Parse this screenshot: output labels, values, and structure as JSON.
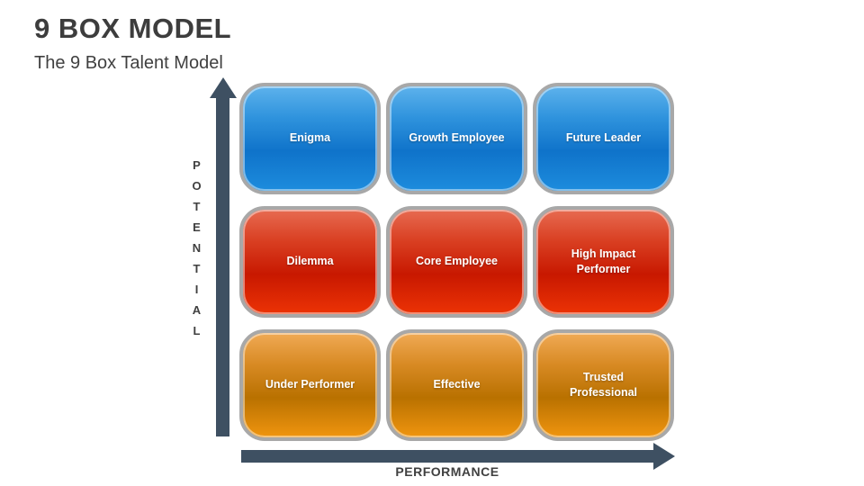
{
  "header": {
    "title": "9 BOX MODEL",
    "subtitle": "The 9 Box Talent Model"
  },
  "axes": {
    "y": {
      "label": "POTENTIAL"
    },
    "x": {
      "label": "PERFORMANCE"
    },
    "arrow_color": "#3e5062",
    "label_color": "#404040"
  },
  "grid": {
    "border_color": "#a8a8a8",
    "text_color": "#ffffff",
    "rows": [
      {
        "name": "high-potential",
        "color_theme": "blue",
        "gradient": [
          "#5db2ec",
          "#0f73ca",
          "#1d8cdd"
        ],
        "cells": [
          "Enigma",
          "Growth Employee",
          "Future Leader"
        ]
      },
      {
        "name": "medium-potential",
        "color_theme": "red",
        "gradient": [
          "#e76b51",
          "#c81800",
          "#ec3305"
        ],
        "cells": [
          "Dilemma",
          "Core Employee",
          "High Impact Performer"
        ]
      },
      {
        "name": "low-potential",
        "color_theme": "orange",
        "gradient": [
          "#f0aa55",
          "#b97100",
          "#f0950f"
        ],
        "cells": [
          "Under Performer",
          "Effective",
          "Trusted Professional"
        ]
      }
    ]
  },
  "background_color": "#ffffff",
  "title_color": "#3d3d3d"
}
